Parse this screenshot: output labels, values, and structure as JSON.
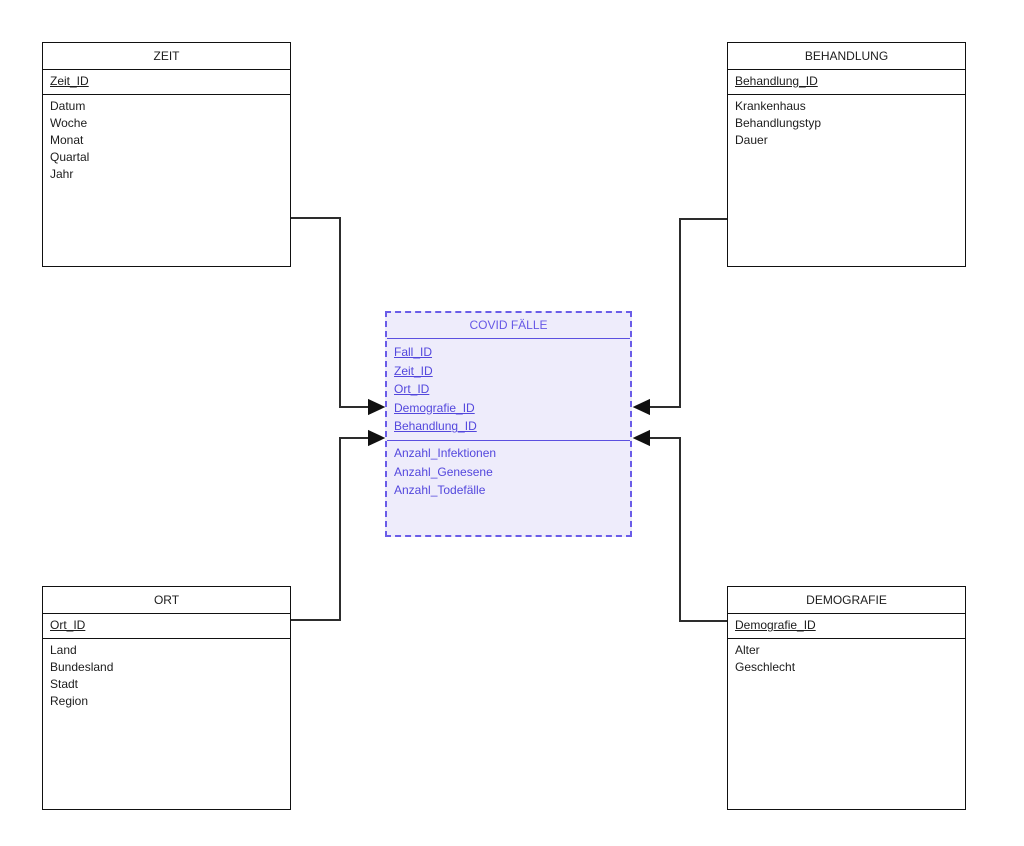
{
  "entities": {
    "zeit": {
      "title": "ZEIT",
      "pk": [
        "Zeit_ID"
      ],
      "attributes": [
        "Datum",
        "Woche",
        "Monat",
        "Quartal",
        "Jahr"
      ]
    },
    "behandlung": {
      "title": "BEHANDLUNG",
      "pk": [
        "Behandlung_ID"
      ],
      "attributes": [
        "Krankenhaus",
        "Behandlungstyp",
        "Dauer"
      ]
    },
    "covid_faelle": {
      "title": "COVID FÄLLE",
      "pk": [
        "Fall_ID",
        "Zeit_ID",
        "Ort_ID",
        "Demografie_ID",
        "Behandlung_ID"
      ],
      "attributes": [
        "Anzahl_Infektionen",
        "Anzahl_Genesene",
        "Anzahl_Todefälle"
      ]
    },
    "ort": {
      "title": "ORT",
      "pk": [
        "Ort_ID"
      ],
      "attributes": [
        "Land",
        "Bundesland",
        "Stadt",
        "Region"
      ]
    },
    "demografie": {
      "title": "DEMOGRAFIE",
      "pk": [
        "Demografie_ID"
      ],
      "attributes": [
        "Alter",
        "Geschlecht"
      ]
    }
  },
  "relationships": [
    {
      "from": "ZEIT",
      "to": "COVID FÄLLE",
      "arrow": "into-fact-left-upper"
    },
    {
      "from": "ORT",
      "to": "COVID FÄLLE",
      "arrow": "into-fact-left-lower"
    },
    {
      "from": "BEHANDLUNG",
      "to": "COVID FÄLLE",
      "arrow": "into-fact-right-upper"
    },
    {
      "from": "DEMOGRAFIE",
      "to": "COVID FÄLLE",
      "arrow": "into-fact-right-lower"
    }
  ],
  "colors": {
    "fact_border": "#6a5ce8",
    "fact_fill": "#eeecfb",
    "fact_title_text": "#6657e6",
    "fact_field_text": "#5347dd",
    "dimension_border": "#111111",
    "dimension_fill": "#ffffff",
    "dimension_text": "#1c1c1c",
    "connector": "#2d2d2d",
    "arrowhead": "#111111",
    "background": "#ffffff"
  },
  "icons": {
    "arrowhead": "filled-triangle"
  }
}
